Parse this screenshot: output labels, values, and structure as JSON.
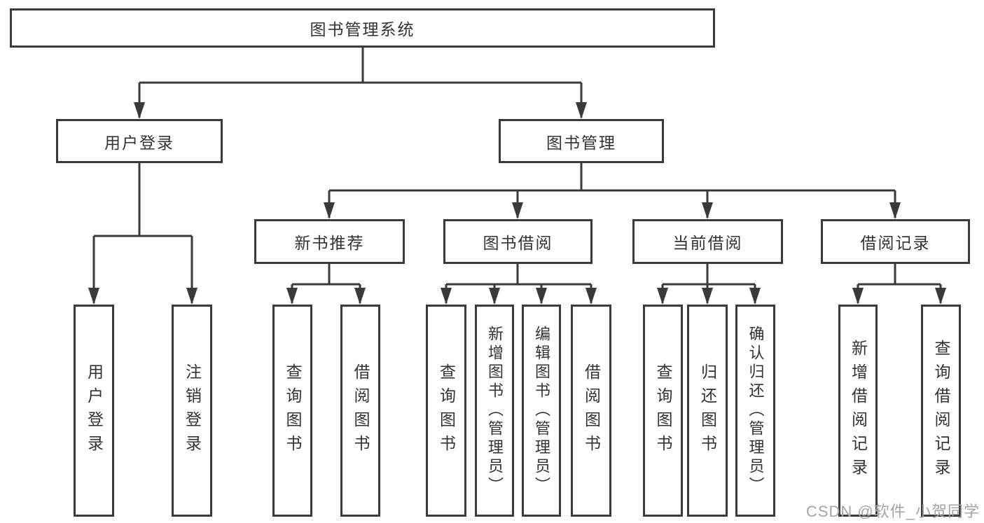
{
  "tree": {
    "root": "图书管理系统",
    "level2": [
      "用户登录",
      "图书管理"
    ],
    "level3": [
      "新书推荐",
      "图书借阅",
      "当前借阅",
      "借阅记录"
    ],
    "leaves": {
      "login": [
        "用户登录",
        "注销登录"
      ],
      "recommend": [
        "查询图书",
        "借阅图书"
      ],
      "borrow": [
        "查询图书",
        "新增图书（管理员）",
        "编辑图书（管理员）",
        "借阅图书"
      ],
      "current": [
        "查询图书",
        "归还图书",
        "确认归还（管理员）"
      ],
      "records": [
        "新增借阅记录",
        "查询借阅记录"
      ]
    }
  },
  "watermark": "CSDN @软件_小贺同学",
  "colors": {
    "line": "#3a3a3a",
    "text": "#333333",
    "background": "#ffffff",
    "watermark": "#a5a5a5"
  }
}
